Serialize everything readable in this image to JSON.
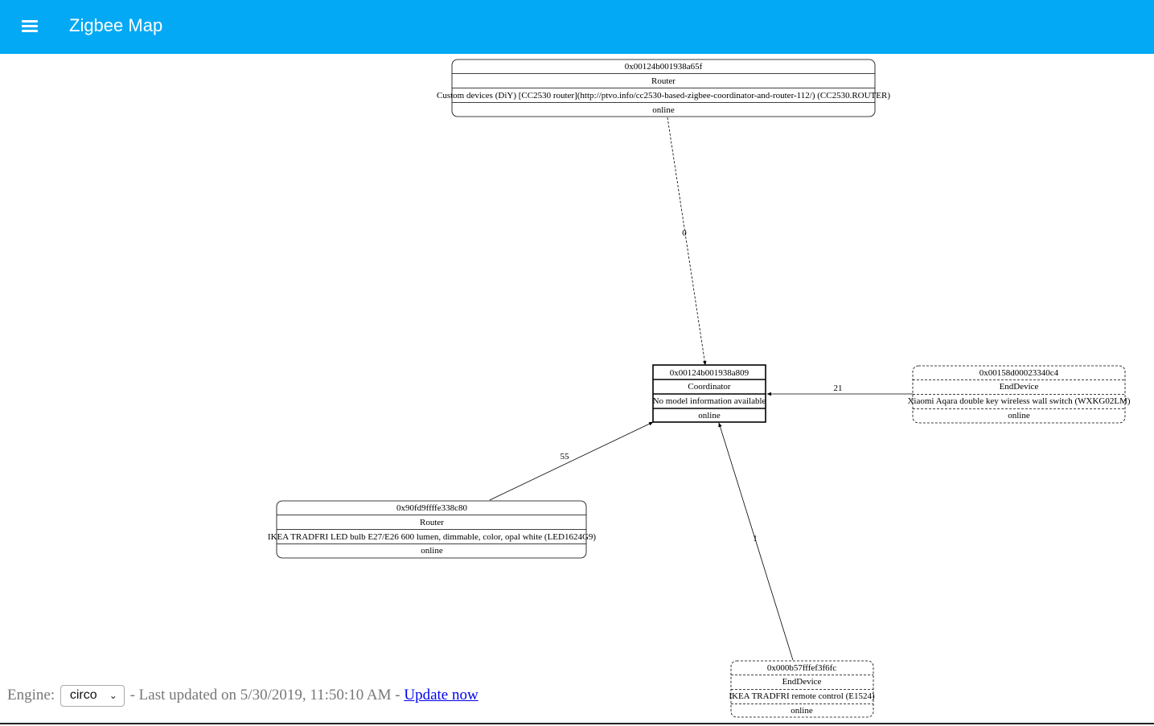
{
  "header": {
    "title": "Zigbee Map",
    "menu_icon": "hamburger-menu-icon",
    "color": "#03a9f4"
  },
  "graph": {
    "nodes": {
      "router1": {
        "address": "0x00124b001938a65f",
        "type": "Router",
        "model": "Custom devices (DiY) [CC2530 router](http://ptvo.info/cc2530-based-zigbee-coordinator-and-router-112/) (CC2530.ROUTER)",
        "status": "online"
      },
      "coordinator": {
        "address": "0x00124b001938a809",
        "type": "Coordinator",
        "model": "No model information available",
        "status": "online"
      },
      "enddevice1": {
        "address": "0x00158d00023340c4",
        "type": "EndDevice",
        "model": "Xiaomi Aqara double key wireless wall switch (WXKG02LM)",
        "status": "online"
      },
      "router2": {
        "address": "0x90fd9ffffe338c80",
        "type": "Router",
        "model": "IKEA TRADFRI LED bulb E27/E26 600 lumen, dimmable, color, opal white (LED1624G9)",
        "status": "online"
      },
      "enddevice2": {
        "address": "0x000b57fffef3f6fc",
        "type": "EndDevice",
        "model": "IKEA TRADFRI remote control (E1524)",
        "status": "online"
      }
    },
    "links": {
      "router1_to_coordinator": "0",
      "enddevice1_to_coordinator": "21",
      "router2_to_coordinator": "55",
      "enddevice2_to_coordinator": "1"
    }
  },
  "footer": {
    "engine_label": "Engine:",
    "engine_value": "circo",
    "updated_text": "- Last updated on 5/30/2019, 11:50:10 AM -",
    "update_link": "Update now"
  }
}
